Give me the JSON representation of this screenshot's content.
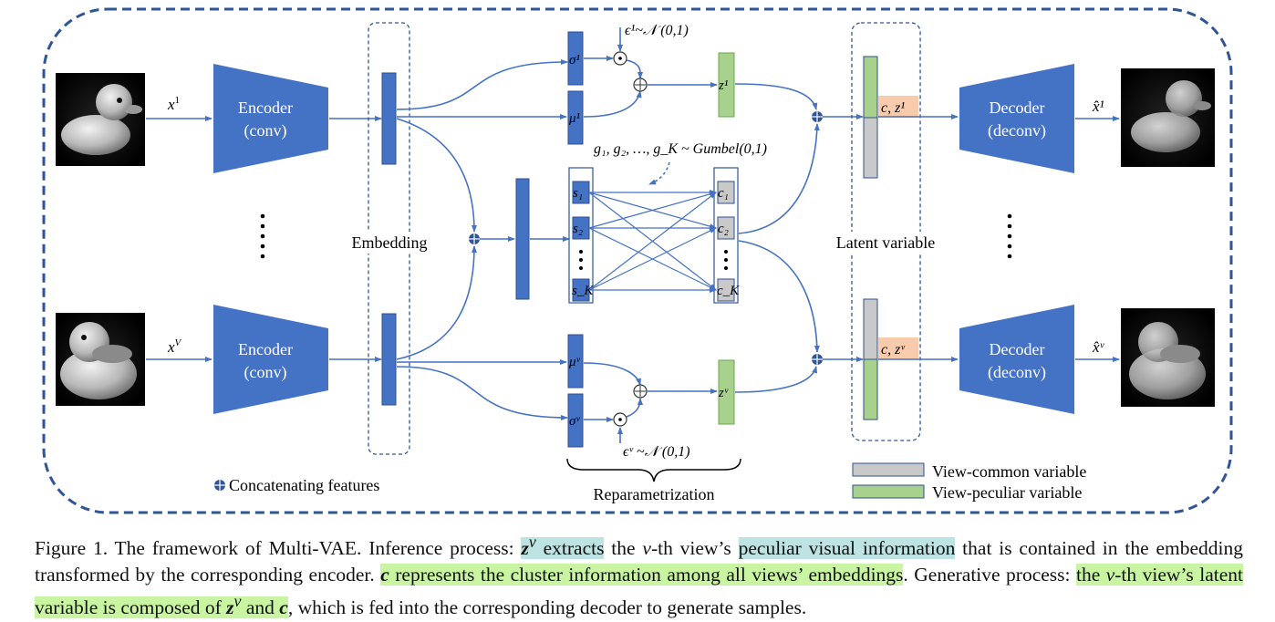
{
  "diagram": {
    "labels": {
      "x1": "x",
      "x1_sup": "1",
      "xV": "x",
      "xV_sup": "V",
      "encoder1_line1": "Encoder",
      "encoder1_line2": "(conv)",
      "encoderV_line1": "Encoder",
      "encoderV_line2": "(conv)",
      "embedding": "Embedding",
      "eps1": "ϵ¹~𝒩 (0,1)",
      "epsV": "ϵᵛ ~𝒩 (0,1)",
      "sigma1": "σ¹",
      "mu1": "μ¹",
      "muV": "μᵛ",
      "sigmaV": "σᵛ",
      "z1": "z¹",
      "zV": "zᵛ",
      "gumbel": "g₁, g₂, …, g_K ~ Gumbel(0,1)",
      "s1": "s₁",
      "s2": "s₂",
      "sK": "s_K",
      "c1": "c₁",
      "c2": "c₂",
      "cK": "c_K",
      "latent_variable": "Latent variable",
      "cz1": "c, z¹",
      "czV": "c, zᵛ",
      "decoder1_line1": "Decoder",
      "decoder1_line2": "(deconv)",
      "decoderV_line1": "Decoder",
      "decoderV_line2": "(deconv)",
      "xhat1": "x̂¹",
      "xhatV": "x̂ᵛ",
      "reparametrization": "Reparametrization",
      "concat_legend": "Concatenating features",
      "legend_common": "View-common variable",
      "legend_peculiar": "View-peculiar variable"
    },
    "colors": {
      "blue": "#4472c4",
      "dark_blue": "#2f4f8f",
      "green": "#a9d18e",
      "gray": "#c9c9c9",
      "orange": "#f8cbad",
      "border": "#2f5597"
    }
  },
  "caption": {
    "p1": "Figure 1. The framework of Multi-VAE. Inference process: ",
    "h1": "z",
    "h1_sup": "v",
    "h1_rest": " extracts",
    "p2": " the ",
    "p2_v": "v",
    "p2_rest": "-th view’s ",
    "h2": "peculiar visual information",
    "p3": " that is contained in the embedding transformed by the corresponding encoder. ",
    "h3_c": "c",
    "h3": " represents the cluster information among all views’ embeddings",
    "p4": ". Generative process: ",
    "h4a": "the ",
    "h4_v": "v",
    "h4b": "-th view’s latent variable is composed of ",
    "h4_z": "z",
    "h4_sup": "v",
    "h4c": " and ",
    "h4_c": "c",
    "p5": ", which is fed into the corresponding decoder to generate samples."
  }
}
